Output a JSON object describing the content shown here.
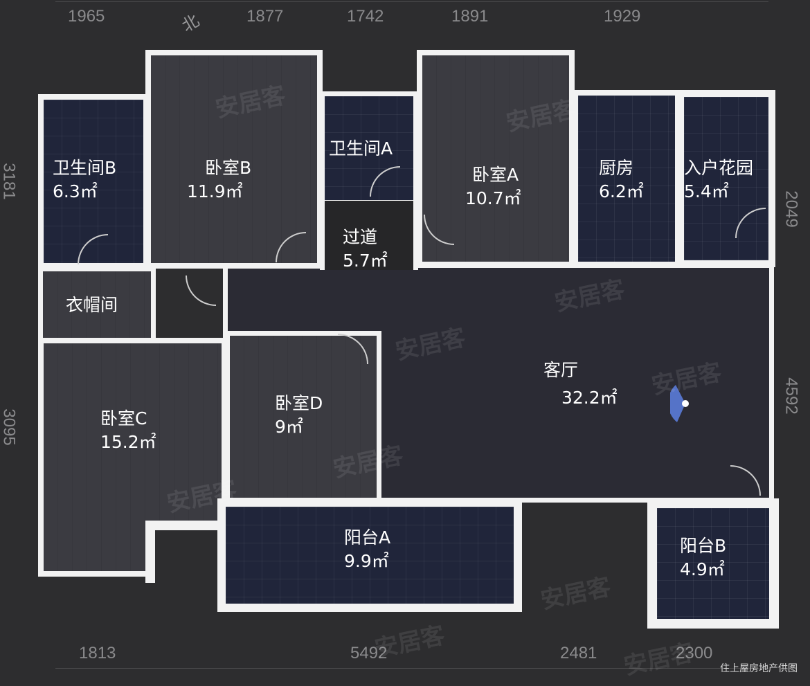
{
  "dimensions": {
    "top": [
      "1965",
      "1877",
      "1742",
      "1891",
      "1929"
    ],
    "bottom": [
      "1813",
      "5492",
      "2481",
      "2300"
    ],
    "left": [
      "3181",
      "3095"
    ],
    "right": [
      "2049",
      "4592"
    ]
  },
  "north_label": "北",
  "rooms": {
    "bath_b": {
      "name": "卫生间B",
      "area": "6.3㎡"
    },
    "bed_b": {
      "name": "卧室B",
      "area": "11.9㎡"
    },
    "bath_a": {
      "name": "卫生间A"
    },
    "corridor": {
      "name": "过道",
      "area": "5.7㎡"
    },
    "bed_a": {
      "name": "卧室A",
      "area": "10.7㎡"
    },
    "kitchen": {
      "name": "厨房",
      "area": "6.2㎡"
    },
    "garden": {
      "name": "入户花园",
      "area": "5.4㎡"
    },
    "closet": {
      "name": "衣帽间"
    },
    "bed_c": {
      "name": "卧室C",
      "area": "15.2㎡"
    },
    "bed_d": {
      "name": "卧室D",
      "area": "9㎡"
    },
    "living": {
      "name": "客厅",
      "area": "32.2㎡"
    },
    "balcony_a": {
      "name": "阳台A",
      "area": "9.9㎡"
    },
    "balcony_b": {
      "name": "阳台B",
      "area": "4.9㎡"
    }
  },
  "credit": "住上屋房地产供图",
  "watermark": "安居客",
  "colors": {
    "wall": "#f2f2f2",
    "wet_room": "#20253a",
    "bedroom": "#3b3b41",
    "compass": "#5a7bd8"
  }
}
